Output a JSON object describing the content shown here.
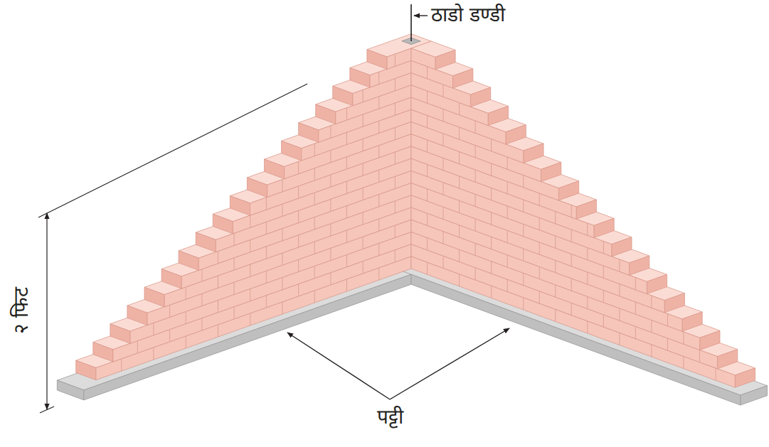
{
  "diagram": {
    "labels": [
      "ठाडो डण्डी",
      "२ फिट",
      "पट्टी"
    ]
  }
}
